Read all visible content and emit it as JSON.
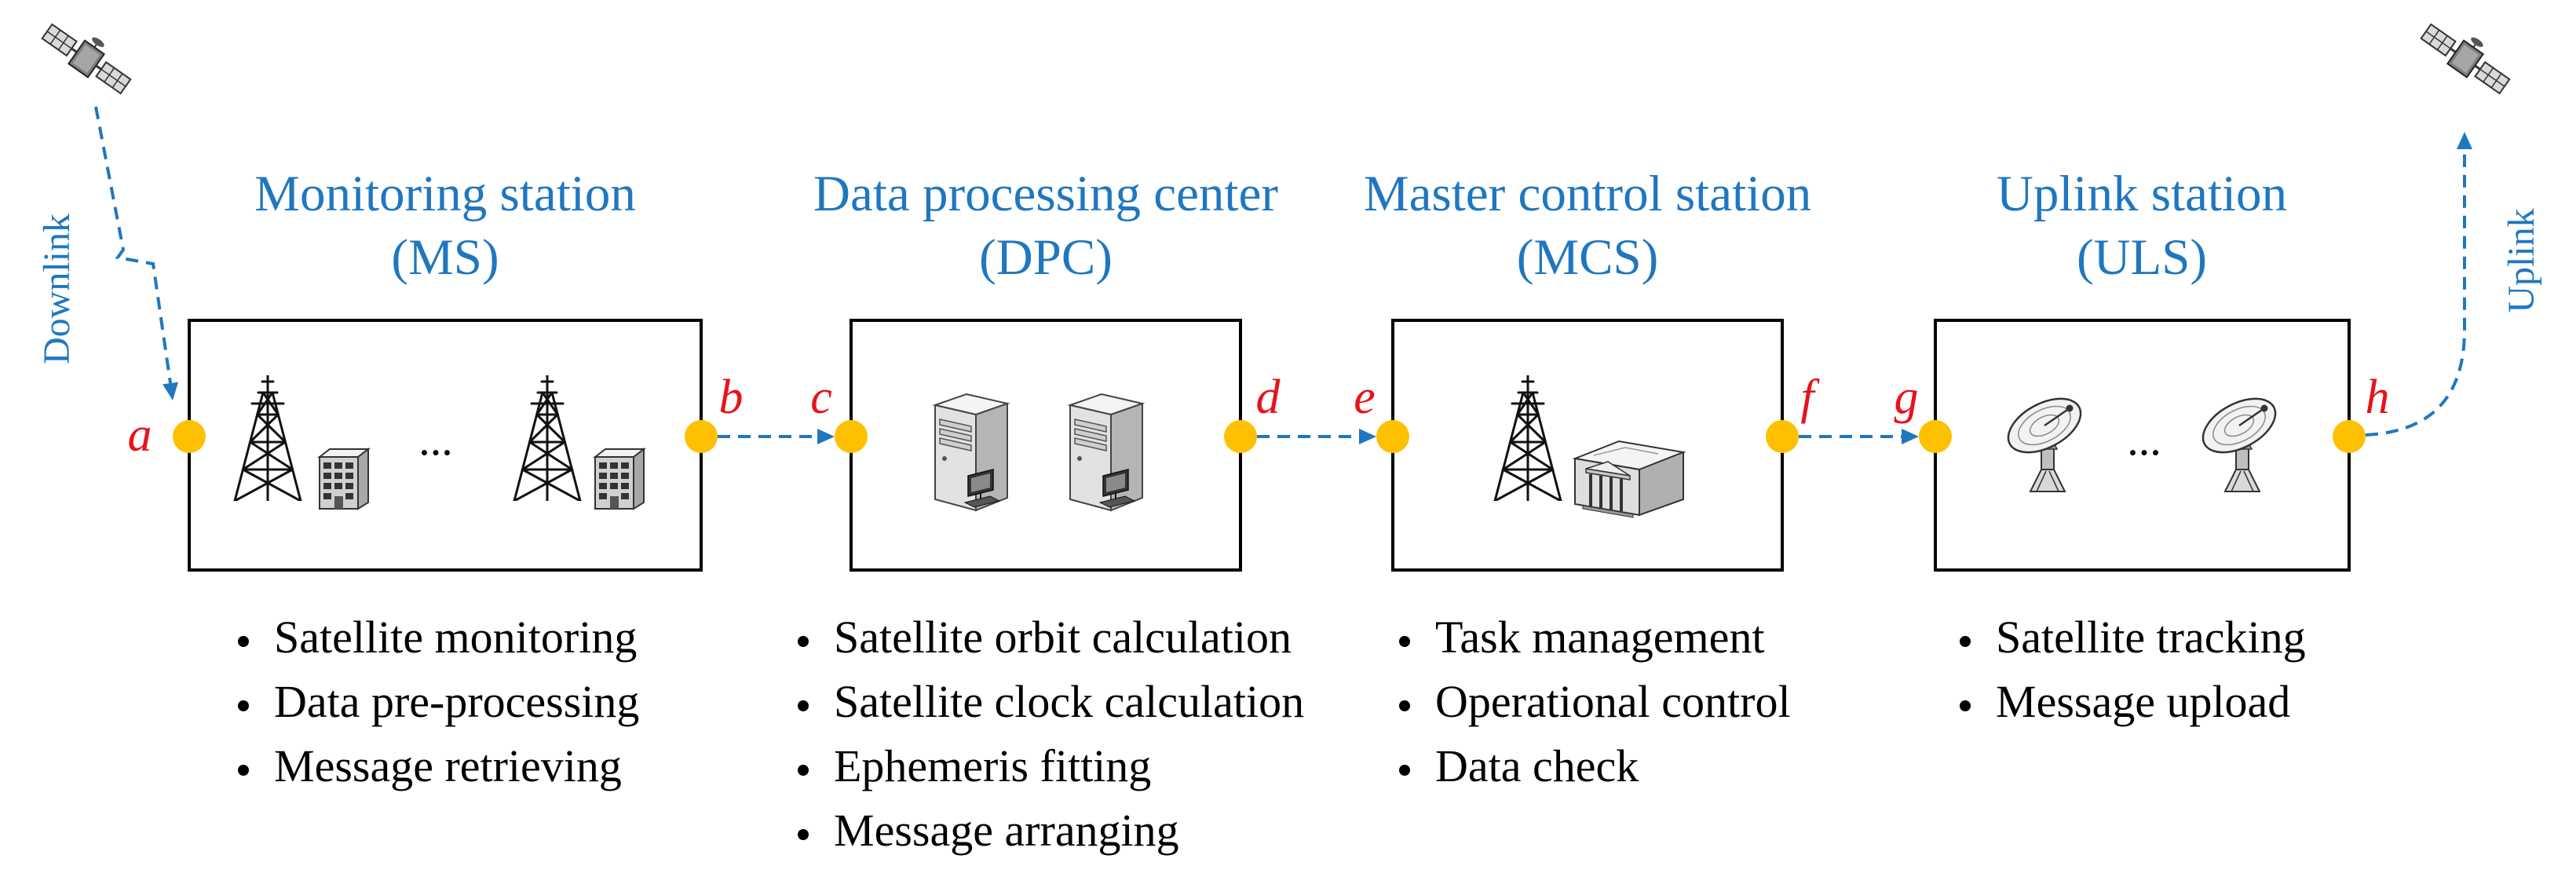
{
  "downlink_label": "Downlink",
  "uplink_label": "Uplink",
  "ellipsis": "...",
  "nodes": [
    "a",
    "b",
    "c",
    "d",
    "e",
    "f",
    "g",
    "h"
  ],
  "stations": [
    {
      "title": "Monitoring station",
      "abbr": "(MS)",
      "bullets": [
        "Satellite monitoring",
        "Data pre-processing",
        "Message retrieving"
      ]
    },
    {
      "title": "Data processing center",
      "abbr": "(DPC)",
      "bullets": [
        "Satellite orbit calculation",
        "Satellite clock calculation",
        "Ephemeris fitting",
        "Message arranging"
      ]
    },
    {
      "title": "Master control station",
      "abbr": "(MCS)",
      "bullets": [
        "Task management",
        "Operational control",
        "Data check"
      ]
    },
    {
      "title": "Uplink station",
      "abbr": "(ULS)",
      "bullets": [
        "Satellite tracking",
        "Message upload"
      ]
    }
  ],
  "icons": {
    "satellite": "satellite-icon",
    "tower": "radio-tower-icon",
    "office": "office-building-icon",
    "server": "server-computer-icon",
    "control_building": "government-building-icon",
    "dish": "satellite-dish-icon"
  },
  "colors": {
    "accent_blue": "#1F77C0",
    "label_red": "#E8121B",
    "node_yellow": "#FFC000"
  }
}
